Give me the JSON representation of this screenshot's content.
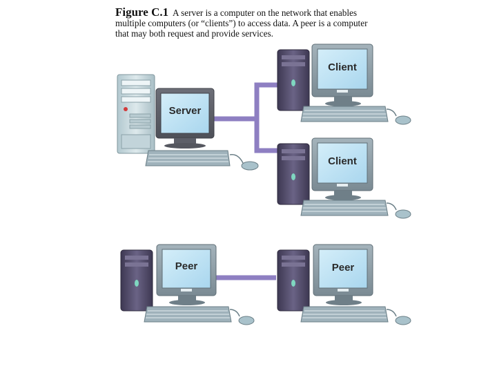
{
  "caption": {
    "figure_label": "Figure C.1",
    "text_line1": "A server is a computer on the network that enables",
    "text_line2": "multiple computers (or “clients”) to access data. A peer is a computer",
    "text_line3": "that may both request and provide services."
  },
  "nodes": {
    "server": {
      "label": "Server",
      "icon": "server-computer-icon"
    },
    "client_top": {
      "label": "Client",
      "icon": "client-computer-icon"
    },
    "client_bottom": {
      "label": "Client",
      "icon": "client-computer-icon"
    },
    "peer_left": {
      "label": "Peer",
      "icon": "peer-computer-icon"
    },
    "peer_right": {
      "label": "Peer",
      "icon": "peer-computer-icon"
    }
  },
  "colors": {
    "tower": "#5a5470",
    "tower_dark": "#3d3852",
    "case_light": "#c9dbe0",
    "screen": "#bfe3f4",
    "monitor": "#8a9aa3",
    "connection": "#8e7fc2",
    "keyboard": "#9fb2bb"
  }
}
